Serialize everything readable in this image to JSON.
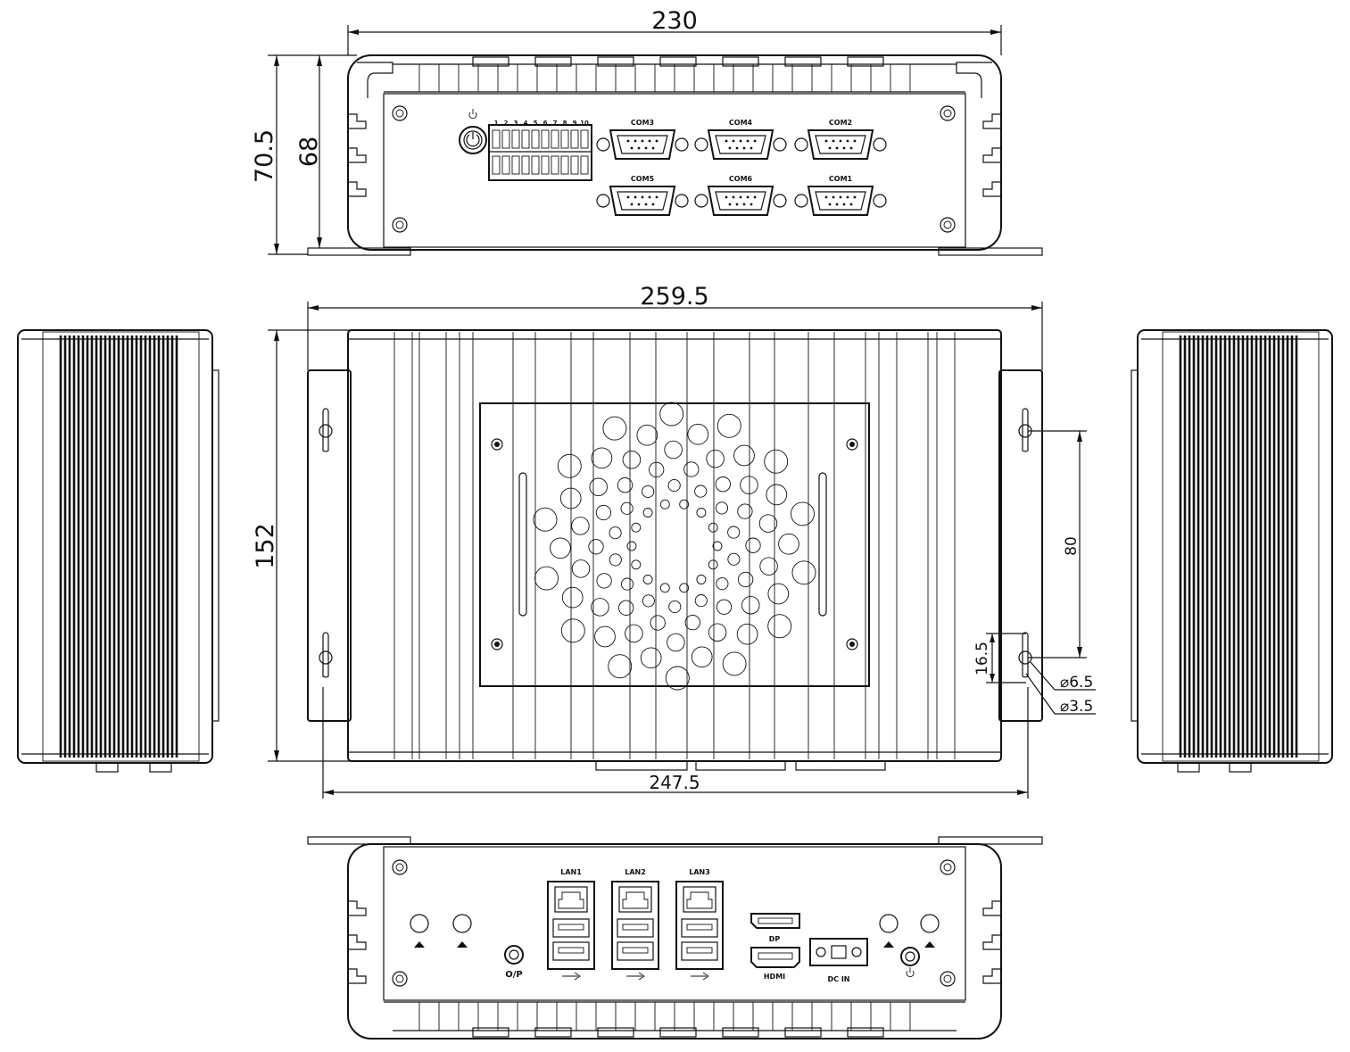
{
  "dimensions": {
    "top_width": "230",
    "overall_height": "70.5",
    "body_height": "68",
    "bracket_width": "259.5",
    "depth": "152",
    "slot_spacing": "80",
    "slot_length": "16.5",
    "hole_large": "⌀6.5",
    "hole_small": "⌀3.5",
    "hole_pitch": "247.5"
  },
  "front_panel": {
    "com_ports_top": [
      "COM3",
      "COM4",
      "COM2"
    ],
    "com_ports_bottom": [
      "COM5",
      "COM6",
      "COM1"
    ],
    "terminal_pin_numbers": [
      "1",
      "2",
      "3",
      "4",
      "5",
      "6",
      "7",
      "8",
      "9",
      "10"
    ]
  },
  "rear_panel": {
    "lan_labels": [
      "LAN1",
      "LAN2",
      "LAN3"
    ],
    "hdmi_top": "DP",
    "hdmi_bottom": "HDMI",
    "dc_label": "DC IN",
    "audio_label": "O/P"
  },
  "colors": {
    "line": "#111111",
    "background": "#ffffff"
  }
}
